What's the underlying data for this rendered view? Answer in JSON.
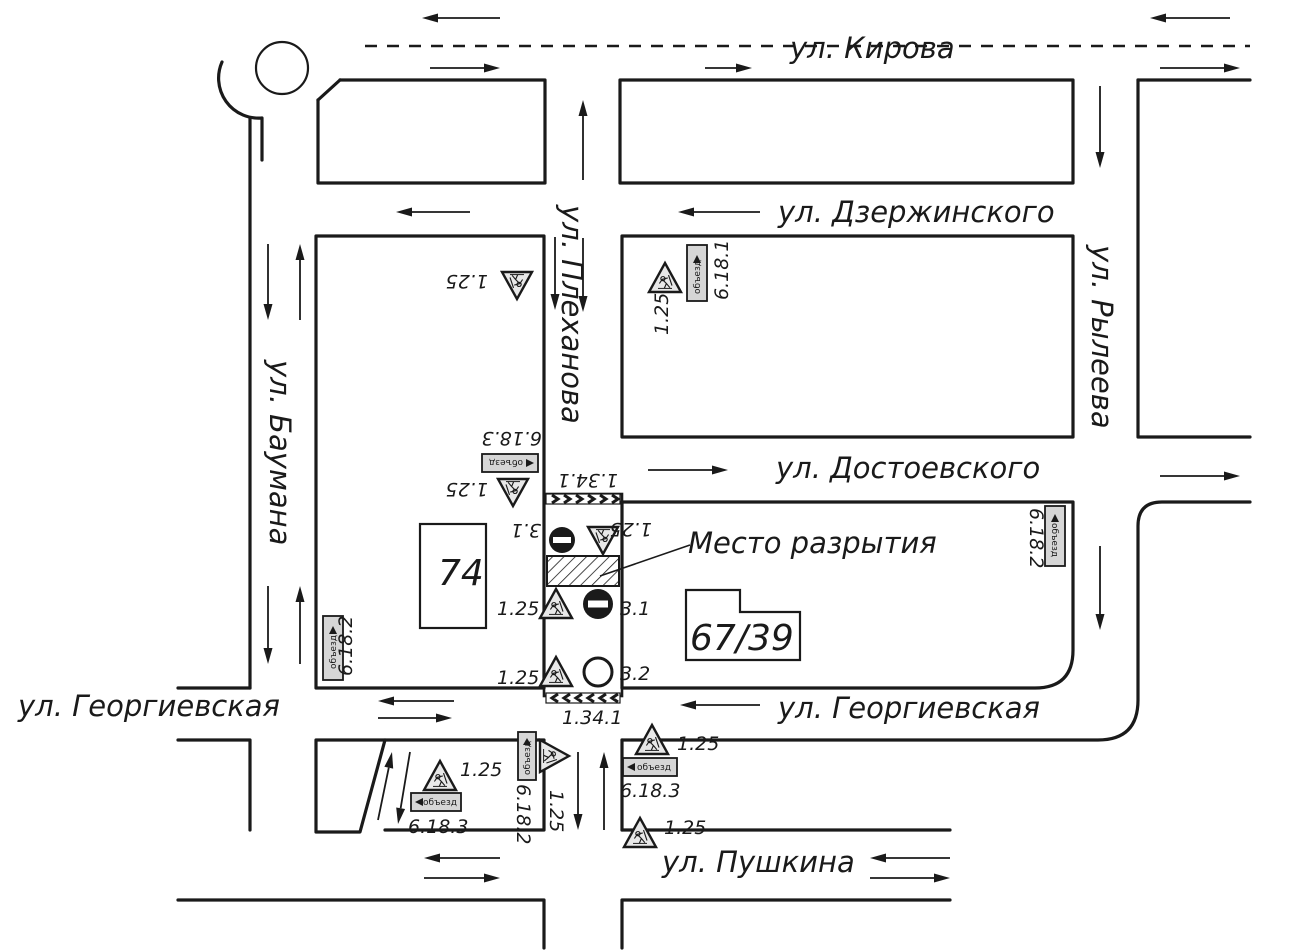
{
  "streets": {
    "kirova": "ул. Кирова",
    "dzerzhinskogo": "ул. Дзержинского",
    "plekhanova": "ул. Плеханова",
    "ryleeva": "ул. Рылеева",
    "dostoevskogo": "ул. Достоевского",
    "baumana": "ул. Баумана",
    "georgievskaya_left": "ул. Георгиевская",
    "georgievskaya_right": "ул. Георгиевская",
    "pushkina": "ул. Пушкина"
  },
  "excavation_label": "Место разрытия",
  "buildings": {
    "b74": "74",
    "b6739": "67/39"
  },
  "detour_text": "объезд",
  "signs": {
    "s125": "1.25",
    "s31": "3.1",
    "s32": "3.2",
    "s1341": "1.34.1",
    "s6181": "6.18.1",
    "s6182": "6.18.2",
    "s6183": "6.18.3"
  }
}
